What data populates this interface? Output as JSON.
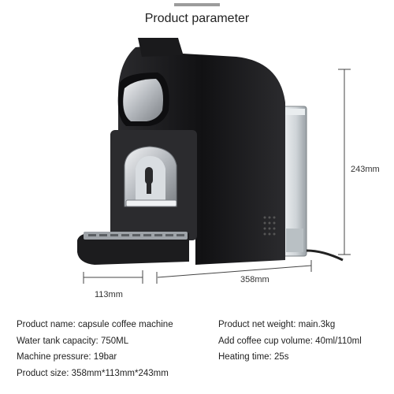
{
  "header": {
    "title": "Product parameter"
  },
  "dimensions": {
    "height": "243mm",
    "length": "358mm",
    "width": "113mm"
  },
  "specs": {
    "left": [
      "Product name: capsule coffee machine",
      "Water tank capacity: 750ML",
      "Machine pressure: 19bar",
      "Product size: 358mm*113mm*243mm"
    ],
    "right": [
      "Product net weight: main.3kg",
      "Add coffee cup volume: 40ml/110ml",
      "Heating time: 25s"
    ]
  },
  "colors": {
    "body": "#1d1d1f",
    "metal": "#c9ccd0",
    "tank": "#dfe3e6",
    "dimension_line": "#444444"
  }
}
